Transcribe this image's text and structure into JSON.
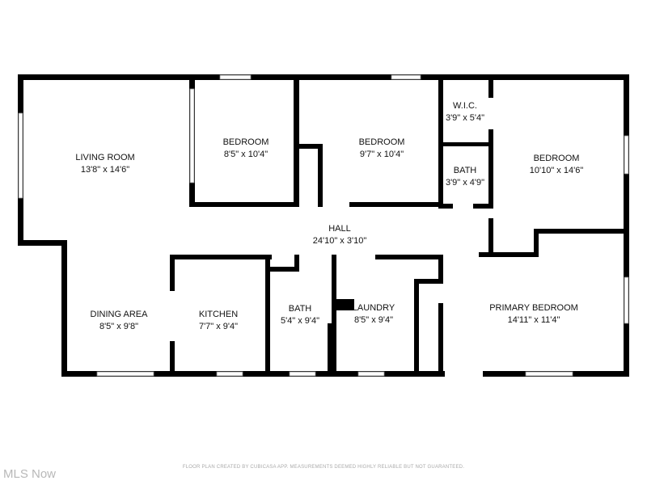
{
  "rooms": [
    {
      "name": "LIVING ROOM",
      "size": "13'8\" x 14'6\""
    },
    {
      "name": "BEDROOM",
      "size": "8'5\" x 10'4\""
    },
    {
      "name": "BEDROOM",
      "size": "9'7\" x 10'4\""
    },
    {
      "name": "W.I.C.",
      "size": "3'9\" x 5'4\""
    },
    {
      "name": "BATH",
      "size": "3'9\" x 4'9\""
    },
    {
      "name": "BEDROOM",
      "size": "10'10\" x 14'6\""
    },
    {
      "name": "HALL",
      "size": "24'10\" x 3'10\""
    },
    {
      "name": "DINING AREA",
      "size": "8'5\" x 9'8\""
    },
    {
      "name": "KITCHEN",
      "size": "7'7\" x 9'4\""
    },
    {
      "name": "BATH",
      "size": "5'4\" x 9'4\""
    },
    {
      "name": "LAUNDRY",
      "size": "8'5\" x 9'4\""
    },
    {
      "name": "PRIMARY BEDROOM",
      "size": "14'11\" x 11'4\""
    }
  ],
  "footer_note": "FLOOR PLAN CREATED BY CUBICASA APP. MEASUREMENTS DEEMED HIGHLY RELIABLE BUT NOT GUARANTEED.",
  "logo": "MLS Now",
  "colors": {
    "wall": "#000000",
    "background": "#ffffff"
  }
}
